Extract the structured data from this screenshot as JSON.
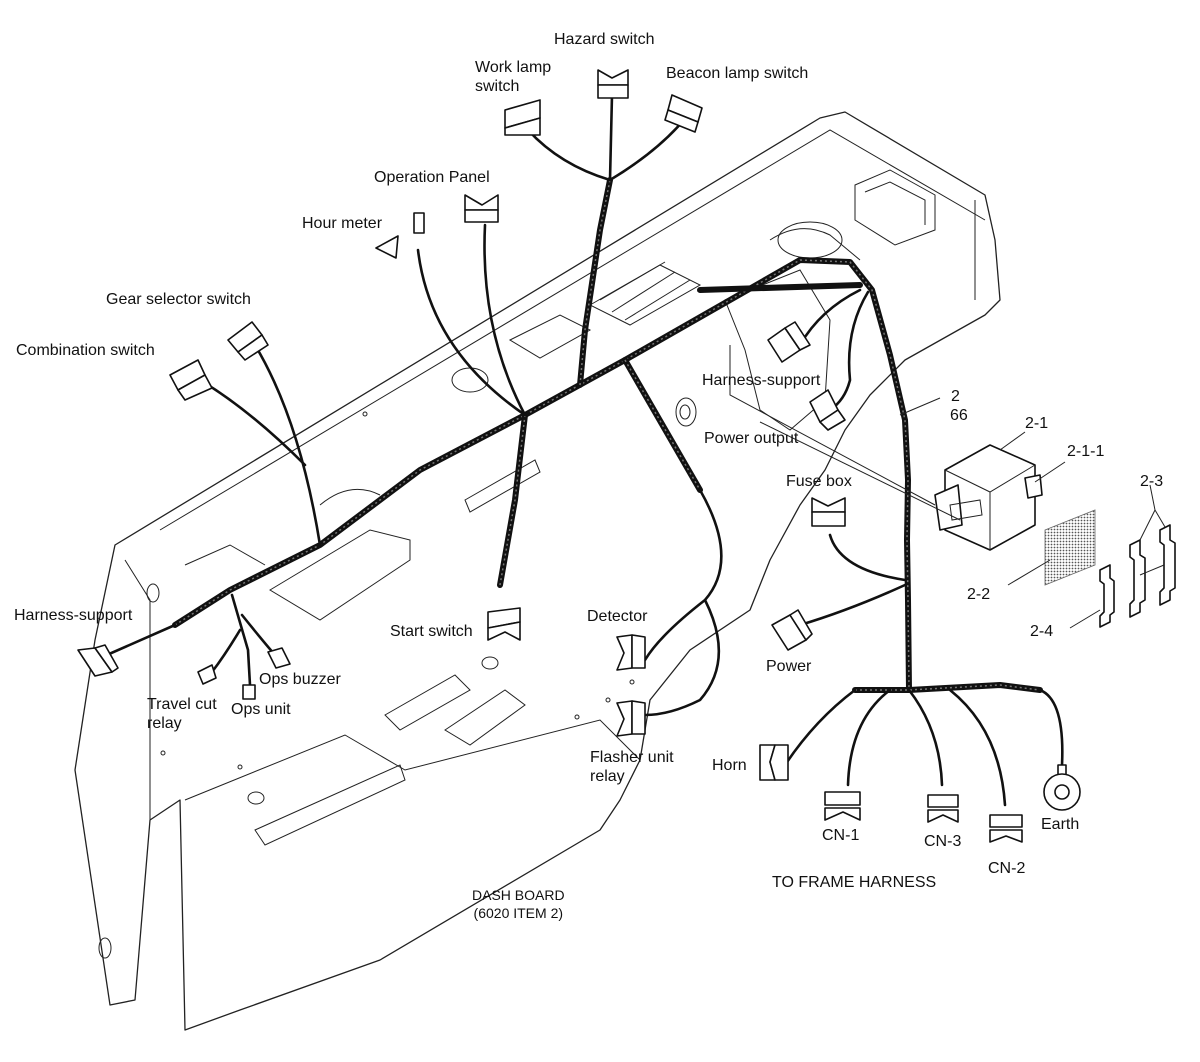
{
  "labels": {
    "hazard_switch": "Hazard switch",
    "work_lamp_switch": "Work lamp\nswitch",
    "beacon_lamp_switch": "Beacon lamp switch",
    "operation_panel": "Operation Panel",
    "hour_meter": "Hour meter",
    "gear_selector_switch": "Gear selector switch",
    "combination_switch": "Combination switch",
    "harness_support_left": "Harness-support",
    "harness_support_right": "Harness-support",
    "power_output": "Power output",
    "fuse_box": "Fuse box",
    "ref_2": "2",
    "ref_66": "66",
    "ref_2_1": "2-1",
    "ref_2_1_1": "2-1-1",
    "ref_2_2": "2-2",
    "ref_2_3": "2-3",
    "ref_2_4": "2-4",
    "start_switch": "Start switch",
    "detector": "Detector",
    "power": "Power",
    "flasher_unit_relay": "Flasher unit\nrelay",
    "travel_cut_relay": "Travel cut\nrelay",
    "ops_unit": "Ops unit",
    "ops_buzzer": "Ops buzzer",
    "horn": "Horn",
    "cn1": "CN-1",
    "cn2": "CN-2",
    "cn3": "CN-3",
    "earth": "Earth",
    "to_frame_harness": "TO FRAME HARNESS",
    "dash_board": "DASH BOARD\n(6020 ITEM 2)"
  }
}
